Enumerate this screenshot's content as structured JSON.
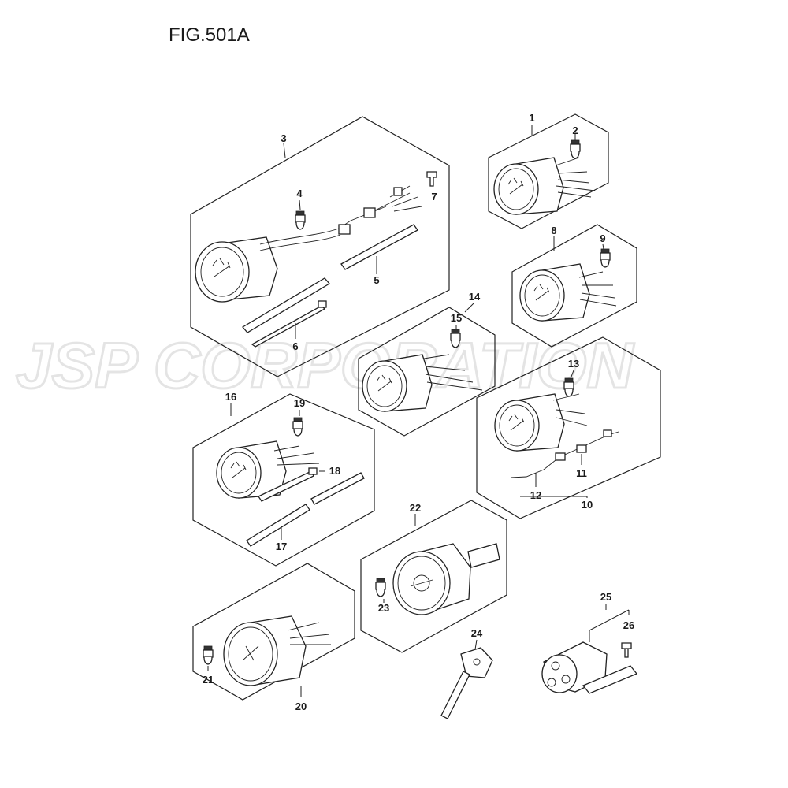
{
  "figure": {
    "title": "FIG.501A",
    "watermark": "JSP CORPORATION"
  },
  "callouts": {
    "c1": "1",
    "c2": "2",
    "c3": "3",
    "c4": "4",
    "c5": "5",
    "c6": "6",
    "c7": "7",
    "c8": "8",
    "c9": "9",
    "c10": "10",
    "c11": "11",
    "c12": "12",
    "c13": "13",
    "c14": "14",
    "c15": "15",
    "c16": "16",
    "c17": "17",
    "c18": "18",
    "c19": "19",
    "c20": "20",
    "c21": "21",
    "c22": "22",
    "c23": "23",
    "c24": "24",
    "c25": "25",
    "c26": "26"
  },
  "icons": {
    "gauge": "gauge-icon",
    "bulb": "bulb-icon",
    "hose": "hose-icon",
    "tie": "cable-tie-icon",
    "harness": "wire-harness-icon",
    "sender": "sender-unit-icon",
    "bracket": "bracket-icon",
    "screw": "screw-icon"
  },
  "colors": {
    "line": "#222222",
    "watermark": "#e4e4e4",
    "background": "#ffffff"
  }
}
